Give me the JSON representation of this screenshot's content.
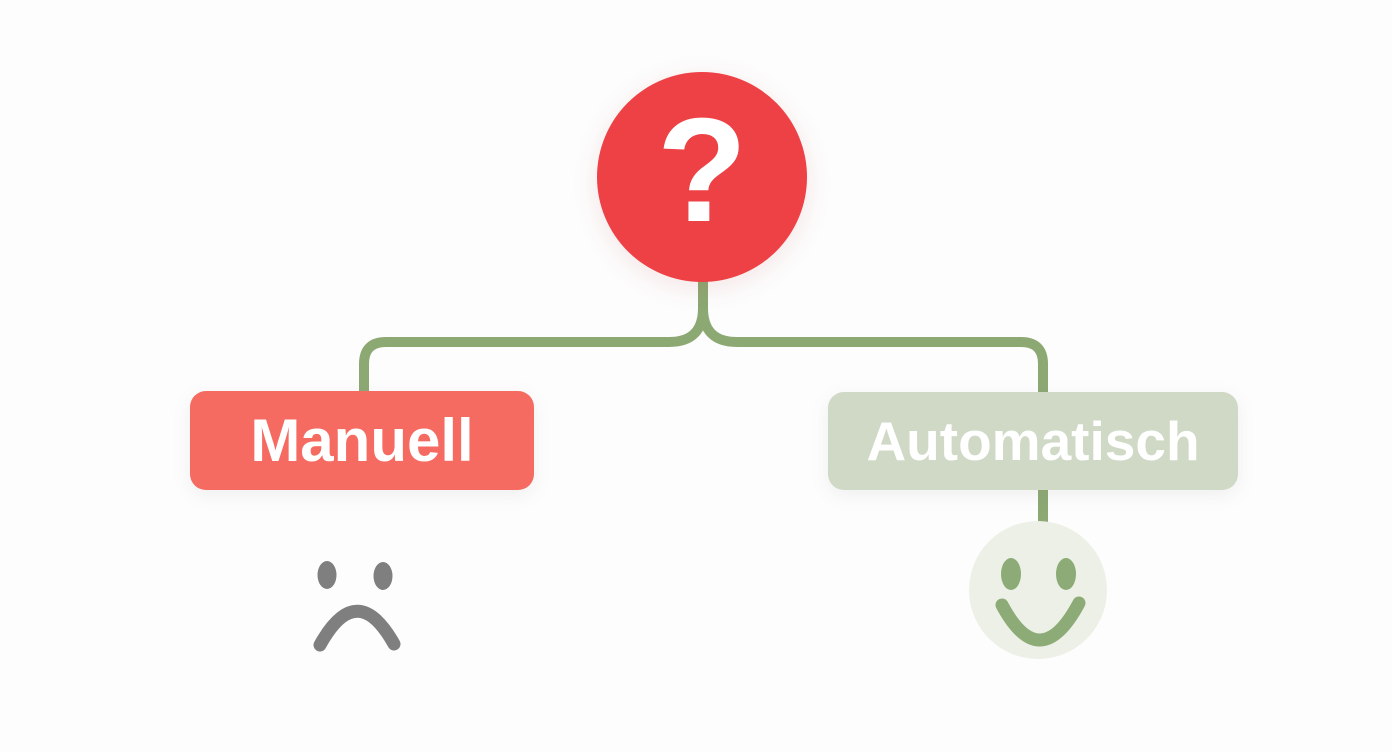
{
  "diagram": {
    "root": {
      "symbol": "?"
    },
    "branches": {
      "left": {
        "label": "Manuell",
        "outcome": "sad-face"
      },
      "right": {
        "label": "Automatisch",
        "outcome": "happy-face"
      }
    }
  },
  "colors": {
    "background": "#fdfdfd",
    "root_circle": "#ee4145",
    "connector": "#8ca873",
    "manual_box": "#f56b62",
    "auto_box": "#cfd9c5",
    "label_text": "#ffffff",
    "sad_face": "#7f7f7f",
    "happy_face": "#8cab76",
    "happy_face_bg": "#edf0e7"
  }
}
